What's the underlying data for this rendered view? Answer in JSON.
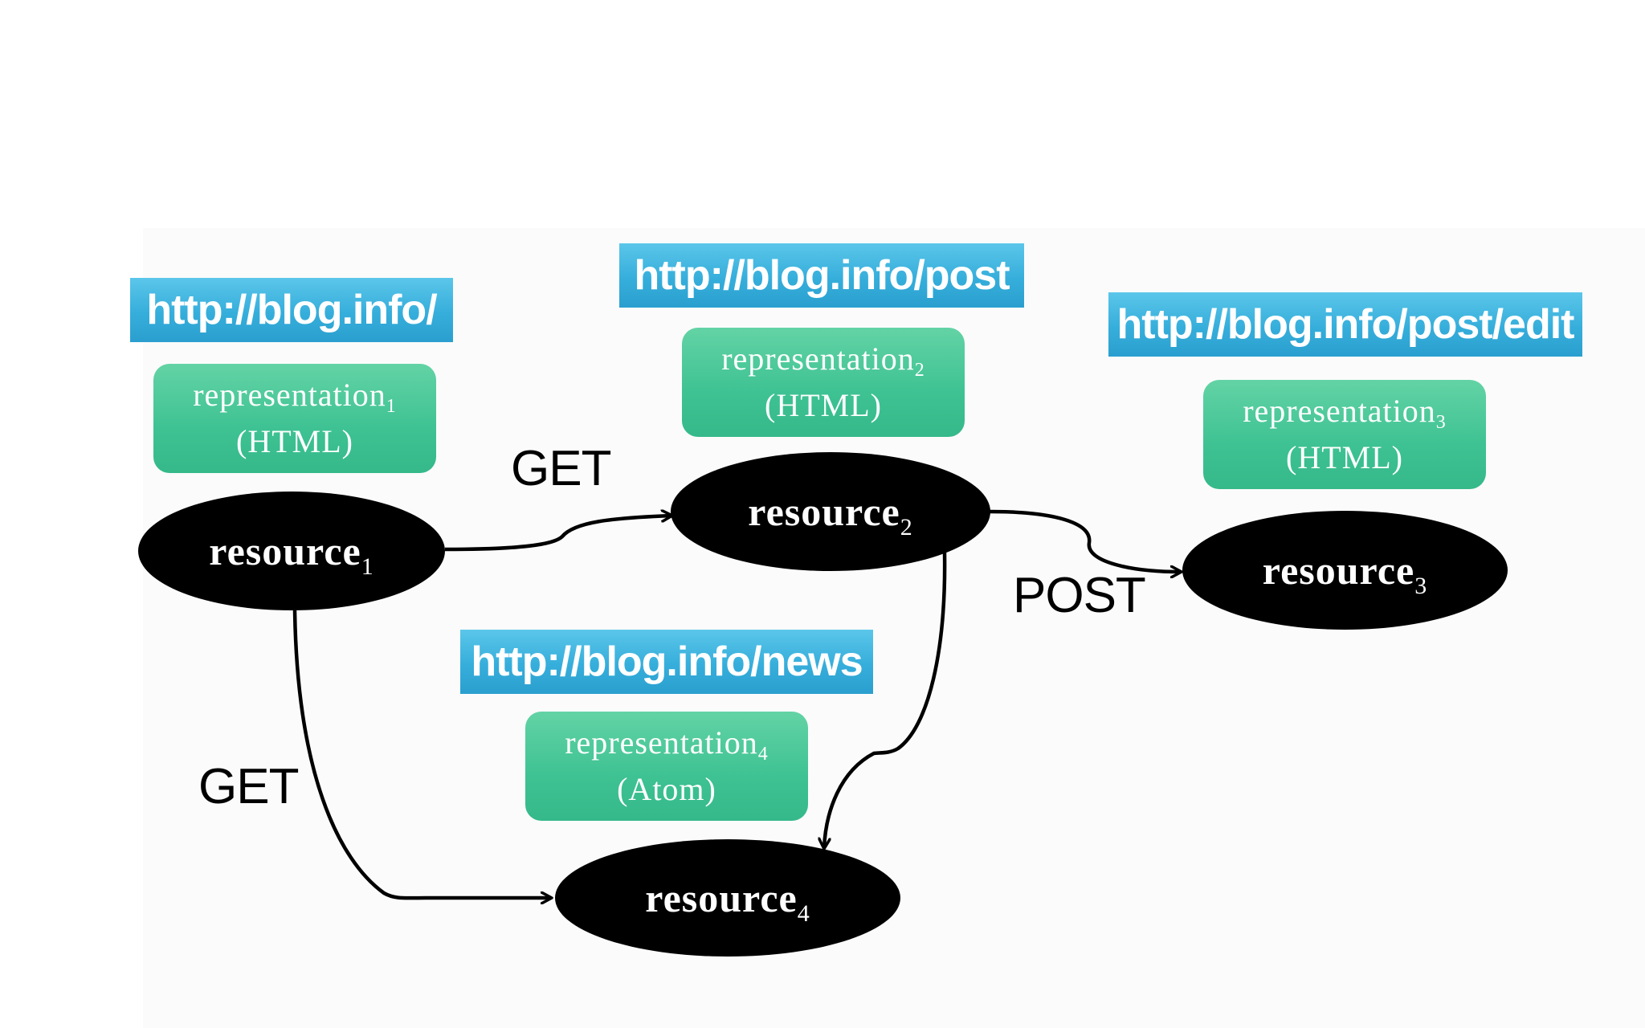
{
  "resources": [
    {
      "id": "r1",
      "label": "resource",
      "subscript": "1",
      "url": "http://blog.info/",
      "representation": {
        "label": "representation",
        "subscript": "1",
        "format": "(HTML)"
      }
    },
    {
      "id": "r2",
      "label": "resource",
      "subscript": "2",
      "url": "http://blog.info/post",
      "representation": {
        "label": "representation",
        "subscript": "2",
        "format": "(HTML)"
      }
    },
    {
      "id": "r3",
      "label": "resource",
      "subscript": "3",
      "url": "http://blog.info/post/edit",
      "representation": {
        "label": "representation",
        "subscript": "3",
        "format": "(HTML)"
      }
    },
    {
      "id": "r4",
      "label": "resource",
      "subscript": "4",
      "url": "http://blog.info/news",
      "representation": {
        "label": "representation",
        "subscript": "4",
        "format": "(Atom)"
      }
    }
  ],
  "edges": [
    {
      "from": "r1",
      "to": "r2",
      "method": "GET"
    },
    {
      "from": "r2",
      "to": "r3",
      "method": "POST"
    },
    {
      "from": "r1",
      "to": "r4",
      "method": "GET"
    },
    {
      "from": "r2",
      "to": "r4",
      "method": ""
    }
  ],
  "colors": {
    "url_box": "#36aedb",
    "representation_box": "#3ec293",
    "resource_node": "#000000",
    "edge": "#000000",
    "background": "#ffffff"
  }
}
